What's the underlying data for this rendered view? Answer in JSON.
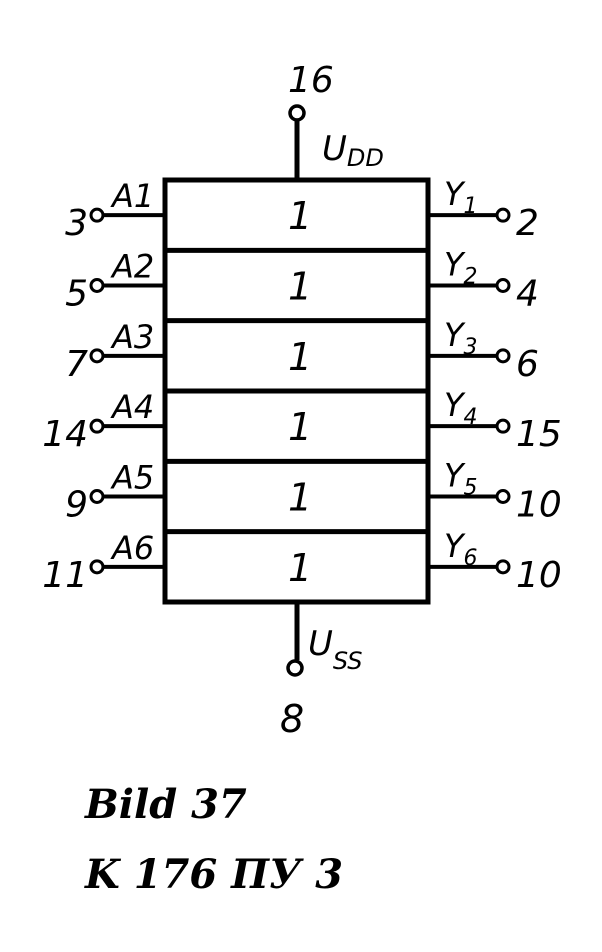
{
  "supply": {
    "top_pin": "16",
    "top_label": "U",
    "top_sub": "DD",
    "bottom_pin": "8",
    "bottom_label": "U",
    "bottom_sub": "SS"
  },
  "gates": [
    {
      "symbol": "1",
      "input": "A1",
      "input_pin": "3",
      "output": "Y",
      "output_sub": "1",
      "output_pin": "2"
    },
    {
      "symbol": "1",
      "input": "A2",
      "input_pin": "5",
      "output": "Y",
      "output_sub": "2",
      "output_pin": "4"
    },
    {
      "symbol": "1",
      "input": "A3",
      "input_pin": "7",
      "output": "Y",
      "output_sub": "3",
      "output_pin": "6"
    },
    {
      "symbol": "1",
      "input": "A4",
      "input_pin": "14",
      "output": "Y",
      "output_sub": "4",
      "output_pin": "15"
    },
    {
      "symbol": "1",
      "input": "A5",
      "input_pin": "9",
      "output": "Y",
      "output_sub": "5",
      "output_pin": "10"
    },
    {
      "symbol": "1",
      "input": "A6",
      "input_pin": "11",
      "output": "Y",
      "output_sub": "6",
      "output_pin": "10"
    }
  ],
  "caption": {
    "line1": "Bild 37",
    "line2": "K 176 ПУ 3"
  }
}
